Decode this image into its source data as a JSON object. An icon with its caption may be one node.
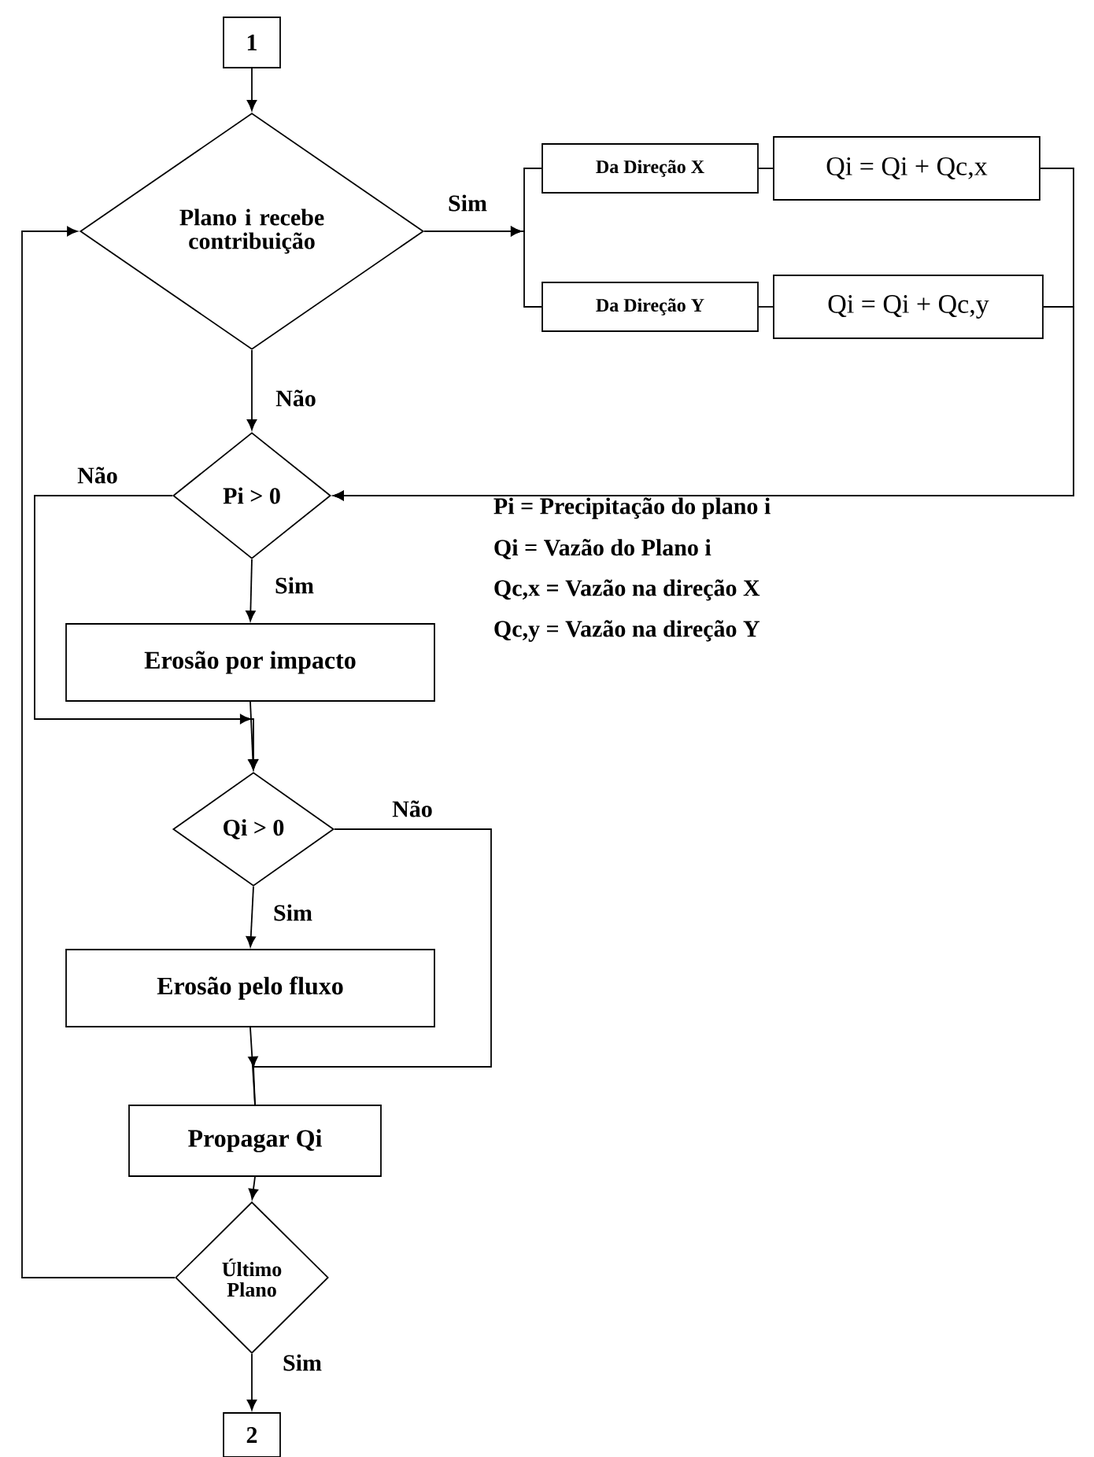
{
  "diagram": {
    "nodes": [
      {
        "text": [
          "1"
        ]
      },
      {
        "text": [
          "Plano i recebe contribuição"
        ]
      },
      {
        "text": [
          "Da Direção X"
        ]
      },
      {
        "text": [
          "Qi = Qi + Qc,x"
        ]
      },
      {
        "text": [
          "Da Direção Y"
        ]
      },
      {
        "text": [
          "Qi = Qi + Qc,y"
        ]
      },
      {
        "text": [
          "Pi > 0"
        ]
      },
      {
        "text": [
          "Erosão por impacto"
        ]
      },
      {
        "text": [
          "Qi > 0"
        ]
      },
      {
        "text": [
          "Erosão pelo fluxo"
        ]
      },
      {
        "text": [
          "Propagar Qi"
        ]
      },
      {
        "text": [
          "Último Plano"
        ]
      },
      {
        "text": [
          "2"
        ]
      }
    ],
    "edges": [
      {
        "from": 0,
        "to": 1,
        "arrow": "to"
      },
      {
        "from": 1,
        "to": 2,
        "arrow": "none",
        "label": "Sim"
      },
      {
        "from": 1,
        "to": 4,
        "arrow": "none"
      },
      {
        "from": 2,
        "to": 3,
        "arrow": "none"
      },
      {
        "from": 4,
        "to": 5,
        "arrow": "none"
      },
      {
        "from": 3,
        "to": 6,
        "arrow": "to"
      },
      {
        "from": 5,
        "to": 6,
        "arrow": "to"
      },
      {
        "from": 1,
        "to": 6,
        "arrow": "to",
        "label": "Não"
      },
      {
        "from": 6,
        "to": 7,
        "arrow": "to",
        "label": "Sim"
      },
      {
        "from": 6,
        "to": 8,
        "arrow": "to",
        "label": "Não"
      },
      {
        "from": 7,
        "to": 8,
        "arrow": "to"
      },
      {
        "from": 8,
        "to": 9,
        "arrow": "to",
        "label": "Sim"
      },
      {
        "from": 8,
        "to": 10,
        "arrow": "none",
        "label": "Não"
      },
      {
        "from": 9,
        "to": 10,
        "arrow": "none"
      },
      {
        "from": 10,
        "to": 11,
        "arrow": "to"
      },
      {
        "from": 11,
        "to": 1,
        "arrow": "to"
      },
      {
        "from": 11,
        "to": 12,
        "arrow": "to",
        "label": "Sim"
      }
    ],
    "labels": [
      "Pi = Precipitação do plano i",
      "Qi = Vazão do Plano i",
      "Qc,x = Vazão na direção X",
      "Qc,y = Vazão na direção Y"
    ]
  }
}
